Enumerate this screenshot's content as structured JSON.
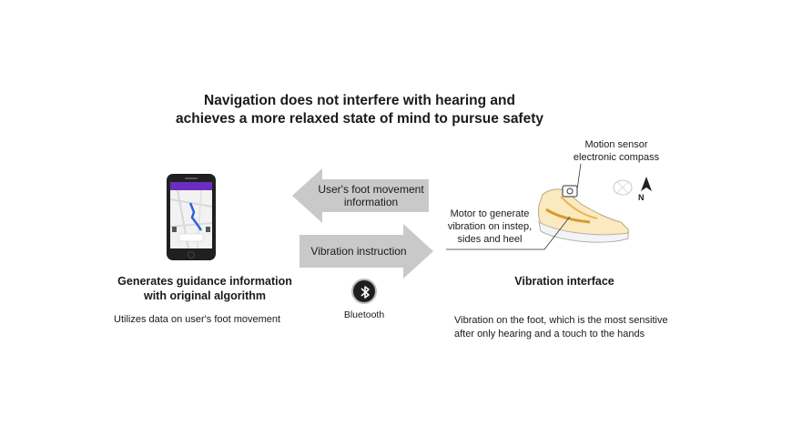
{
  "title": {
    "line1": "Navigation does not interfere with hearing and",
    "line2": "achieves a more relaxed state of mind to pursue safety"
  },
  "arrows": {
    "top_label_line1": "User's foot movement",
    "top_label_line2": "information",
    "bottom_label": "Vibration instruction"
  },
  "left": {
    "heading_line1": "Generates guidance information",
    "heading_line2": "with original algorithm",
    "body": "Utilizes data on user's foot movement"
  },
  "center": {
    "bluetooth_label": "Bluetooth"
  },
  "right": {
    "sensor_line1": "Motion sensor",
    "sensor_line2": "electronic compass",
    "motor_line1": "Motor to generate",
    "motor_line2": "vibration on instep,",
    "motor_line3": "sides and heel",
    "compass_n": "N",
    "heading": "Vibration interface",
    "body_line1": "Vibration on the foot, which is the most sensitive",
    "body_line2": "after only hearing and a touch to the hands"
  },
  "colors": {
    "arrow": "#c9c9c9",
    "phone_appbar": "#6a2fbf",
    "route": "#2f63d8"
  },
  "icons": [
    "smartphone-icon",
    "bluetooth-icon",
    "shoe-icon",
    "compass-icon"
  ]
}
